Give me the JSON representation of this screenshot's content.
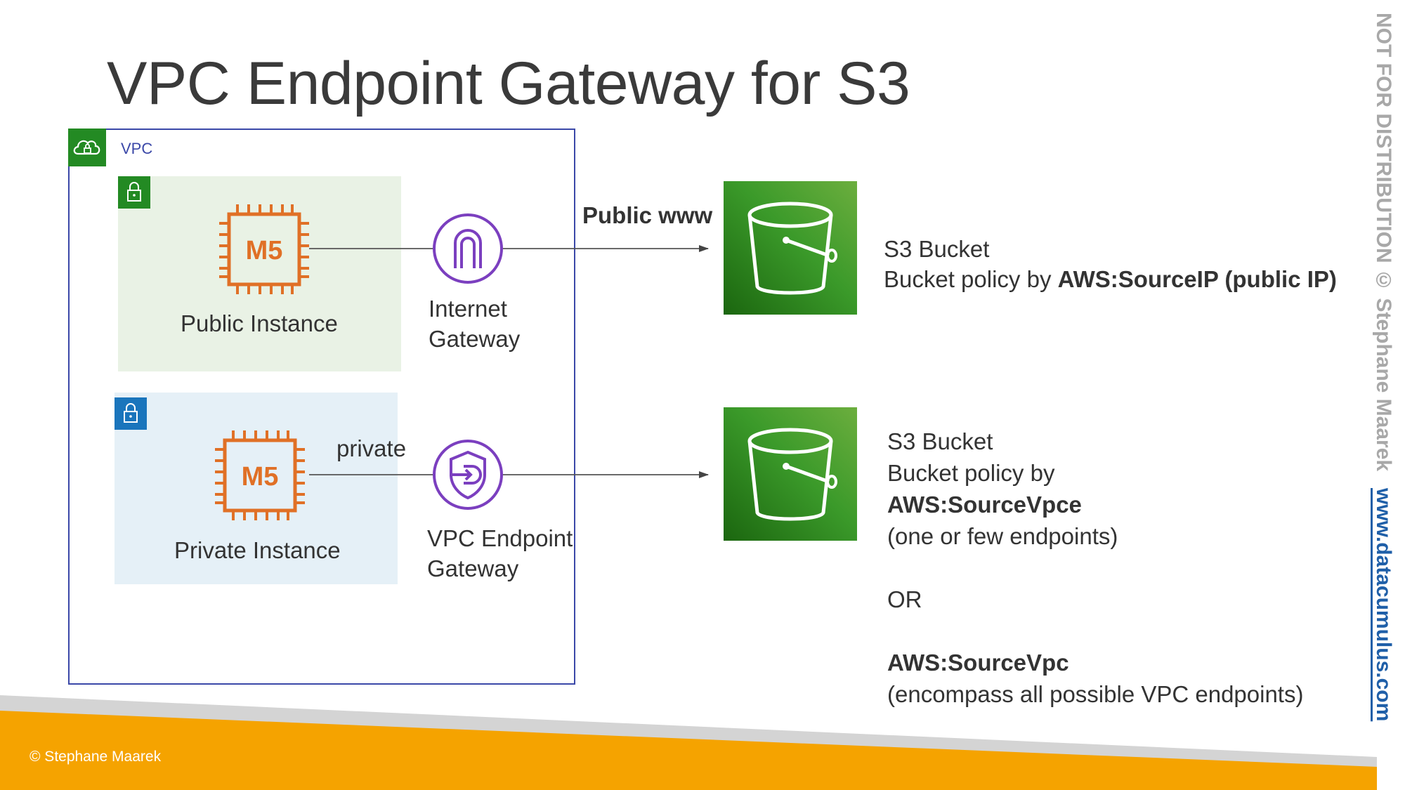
{
  "title": "VPC Endpoint Gateway for S3",
  "vpc": {
    "label": "VPC"
  },
  "public_subnet": {
    "instance_type": "M5",
    "instance_label": "Public Instance"
  },
  "private_subnet": {
    "instance_type": "M5",
    "instance_label": "Private Instance"
  },
  "internet_gateway": {
    "line1": "Internet",
    "line2": "Gateway"
  },
  "endpoint_gateway": {
    "line1": "VPC Endpoint",
    "line2": "Gateway"
  },
  "connections": {
    "public_label": "Public www",
    "private_label": "private"
  },
  "bucket_public": {
    "line1": "S3 Bucket",
    "line2_prefix": "Bucket policy by ",
    "line2_bold": "AWS:SourceIP (public IP)"
  },
  "bucket_private": {
    "line1": "S3 Bucket",
    "line2": "Bucket policy by",
    "line3_bold": "AWS:SourceVpce",
    "line4": "(one or few endpoints)",
    "or": "OR",
    "line6_bold": "AWS:SourceVpc",
    "line7": "(encompass all possible VPC endpoints)"
  },
  "footer": {
    "copyright": "© Stephane Maarek"
  },
  "side_notice": {
    "text": "NOT FOR DISTRIBUTION © Stephane Maarek",
    "website": "www.datacumulus.com"
  },
  "colors": {
    "vpc_border": "#3b48a8",
    "vpc_badge": "#238a23",
    "public_subnet_bg": "#e9f2e5",
    "private_subnet_bg": "#e5f0f7",
    "compute_orange": "#e07026",
    "gateway_purple": "#7b3fbf",
    "s3_green": "#3b9a2a",
    "footer_orange": "#f5a300"
  }
}
